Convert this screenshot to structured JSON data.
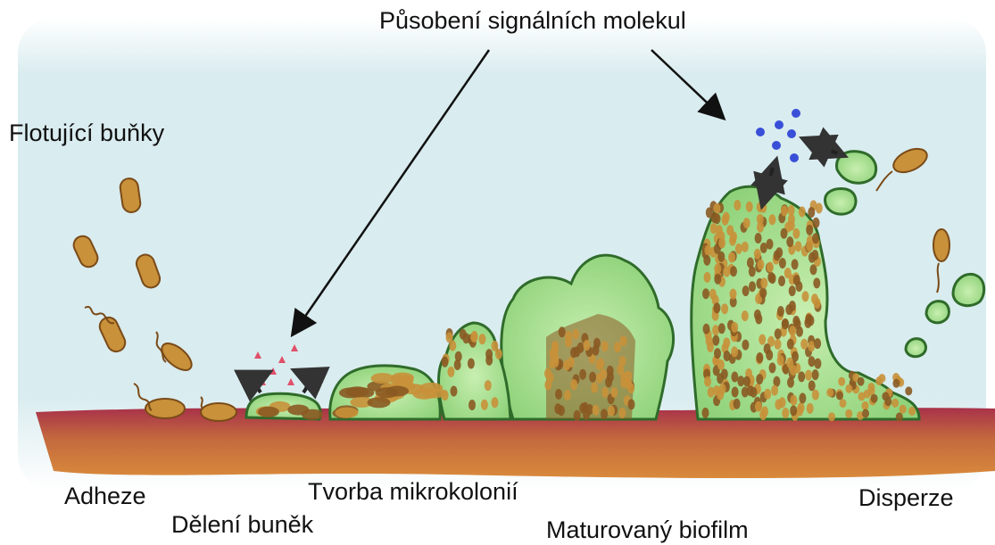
{
  "diagram": {
    "labels": {
      "signaling": "Působení signálních molekul",
      "floating_cells": "Flotující buňky",
      "adhesion": "Adheze",
      "cell_division": "Dělení buněk",
      "microcolony": "Tvorba mikrokolonií",
      "mature_biofilm": "Maturovaný biofilm",
      "dispersion": "Disperze"
    },
    "colors": {
      "sky": "#d9ecef",
      "substrate_top": "#a8324a",
      "substrate_bottom": "#d98a3c",
      "biofilm_green": "#8fd27a",
      "biofilm_edge": "#2f6b2a",
      "cell_brown": "#8a5a22",
      "cell_amber": "#c8913a",
      "signal_blue": "#3a4fd8",
      "signal_pink": "#e0506a"
    }
  }
}
